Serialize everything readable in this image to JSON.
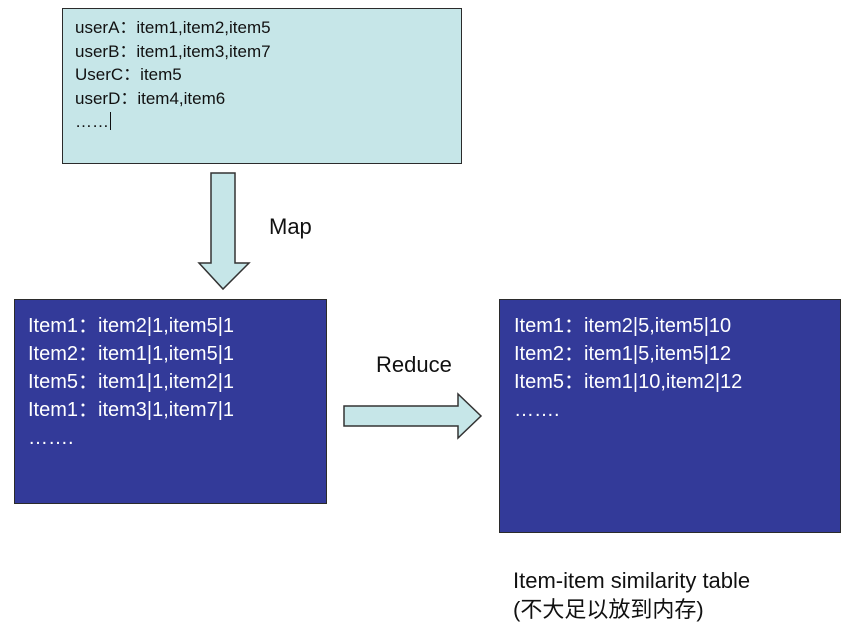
{
  "input_box": {
    "lines": [
      "userA：item1,item2,item5",
      "userB：item1,item3,item7",
      "UserC：item5",
      "userD：item4,item6",
      "……"
    ]
  },
  "map_label": "Map",
  "map_output": {
    "lines": [
      "Item1：item2|1,item5|1",
      "Item2：item1|1,item5|1",
      "Item5：item1|1,item2|1",
      "Item1：item3|1,item7|1",
      "……."
    ]
  },
  "reduce_label": "Reduce",
  "reduce_output": {
    "lines": [
      "Item1：item2|5,item5|10",
      "Item2：item1|5,item5|12",
      "Item5：item1|10,item2|12",
      "……."
    ]
  },
  "caption": {
    "line1": "Item-item similarity table",
    "line2": "(不大足以放到内存)"
  },
  "colors": {
    "input_fill": "#c6e6e8",
    "output_fill": "#333a99",
    "arrow_fill": "#c6e6e8",
    "arrow_stroke": "#333333"
  }
}
